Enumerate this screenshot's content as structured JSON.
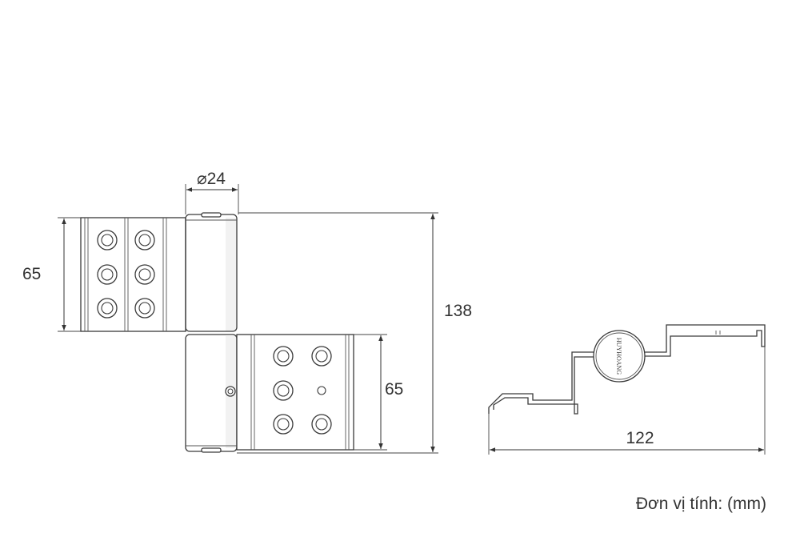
{
  "dimensions": {
    "barrel_diameter": "⌀24",
    "total_height": "138",
    "upper_leaf_height": "65",
    "lower_leaf_height": "65",
    "profile_width": "122"
  },
  "profile": {
    "logo_text": "HUYHOANG"
  },
  "unit_note": "Đơn vị tính: (mm)",
  "colors": {
    "line": "#3a3a3a",
    "text": "#333333",
    "background": "#ffffff"
  }
}
